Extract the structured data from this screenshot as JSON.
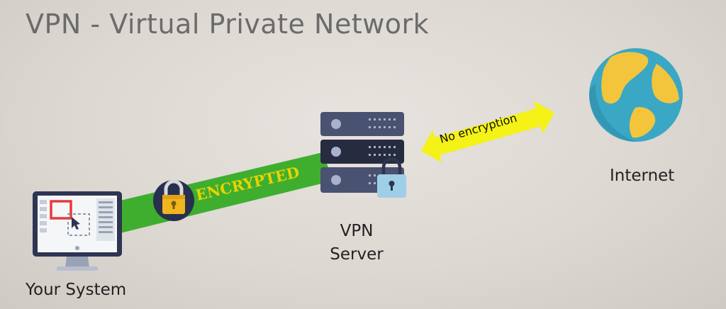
{
  "title": "VPN - Virtual Private Network",
  "tunnel_label": "ENCRYPTED",
  "arrow_label": "No encryption",
  "labels": {
    "system": "Your System",
    "server_line1": "VPN",
    "server_line2": "Server",
    "internet": "Internet"
  },
  "colors": {
    "background": "#e3dfda",
    "tunnel": "#3fae2f",
    "tunnel_text": "#e8d300",
    "arrow": "#f4f217",
    "server": "#4a5272",
    "globe_ocean": "#3aa7c4",
    "globe_land": "#f3c53d"
  },
  "icons": [
    "monitor-icon",
    "padlock-icon",
    "server-icon",
    "globe-icon",
    "double-arrow-icon"
  ]
}
